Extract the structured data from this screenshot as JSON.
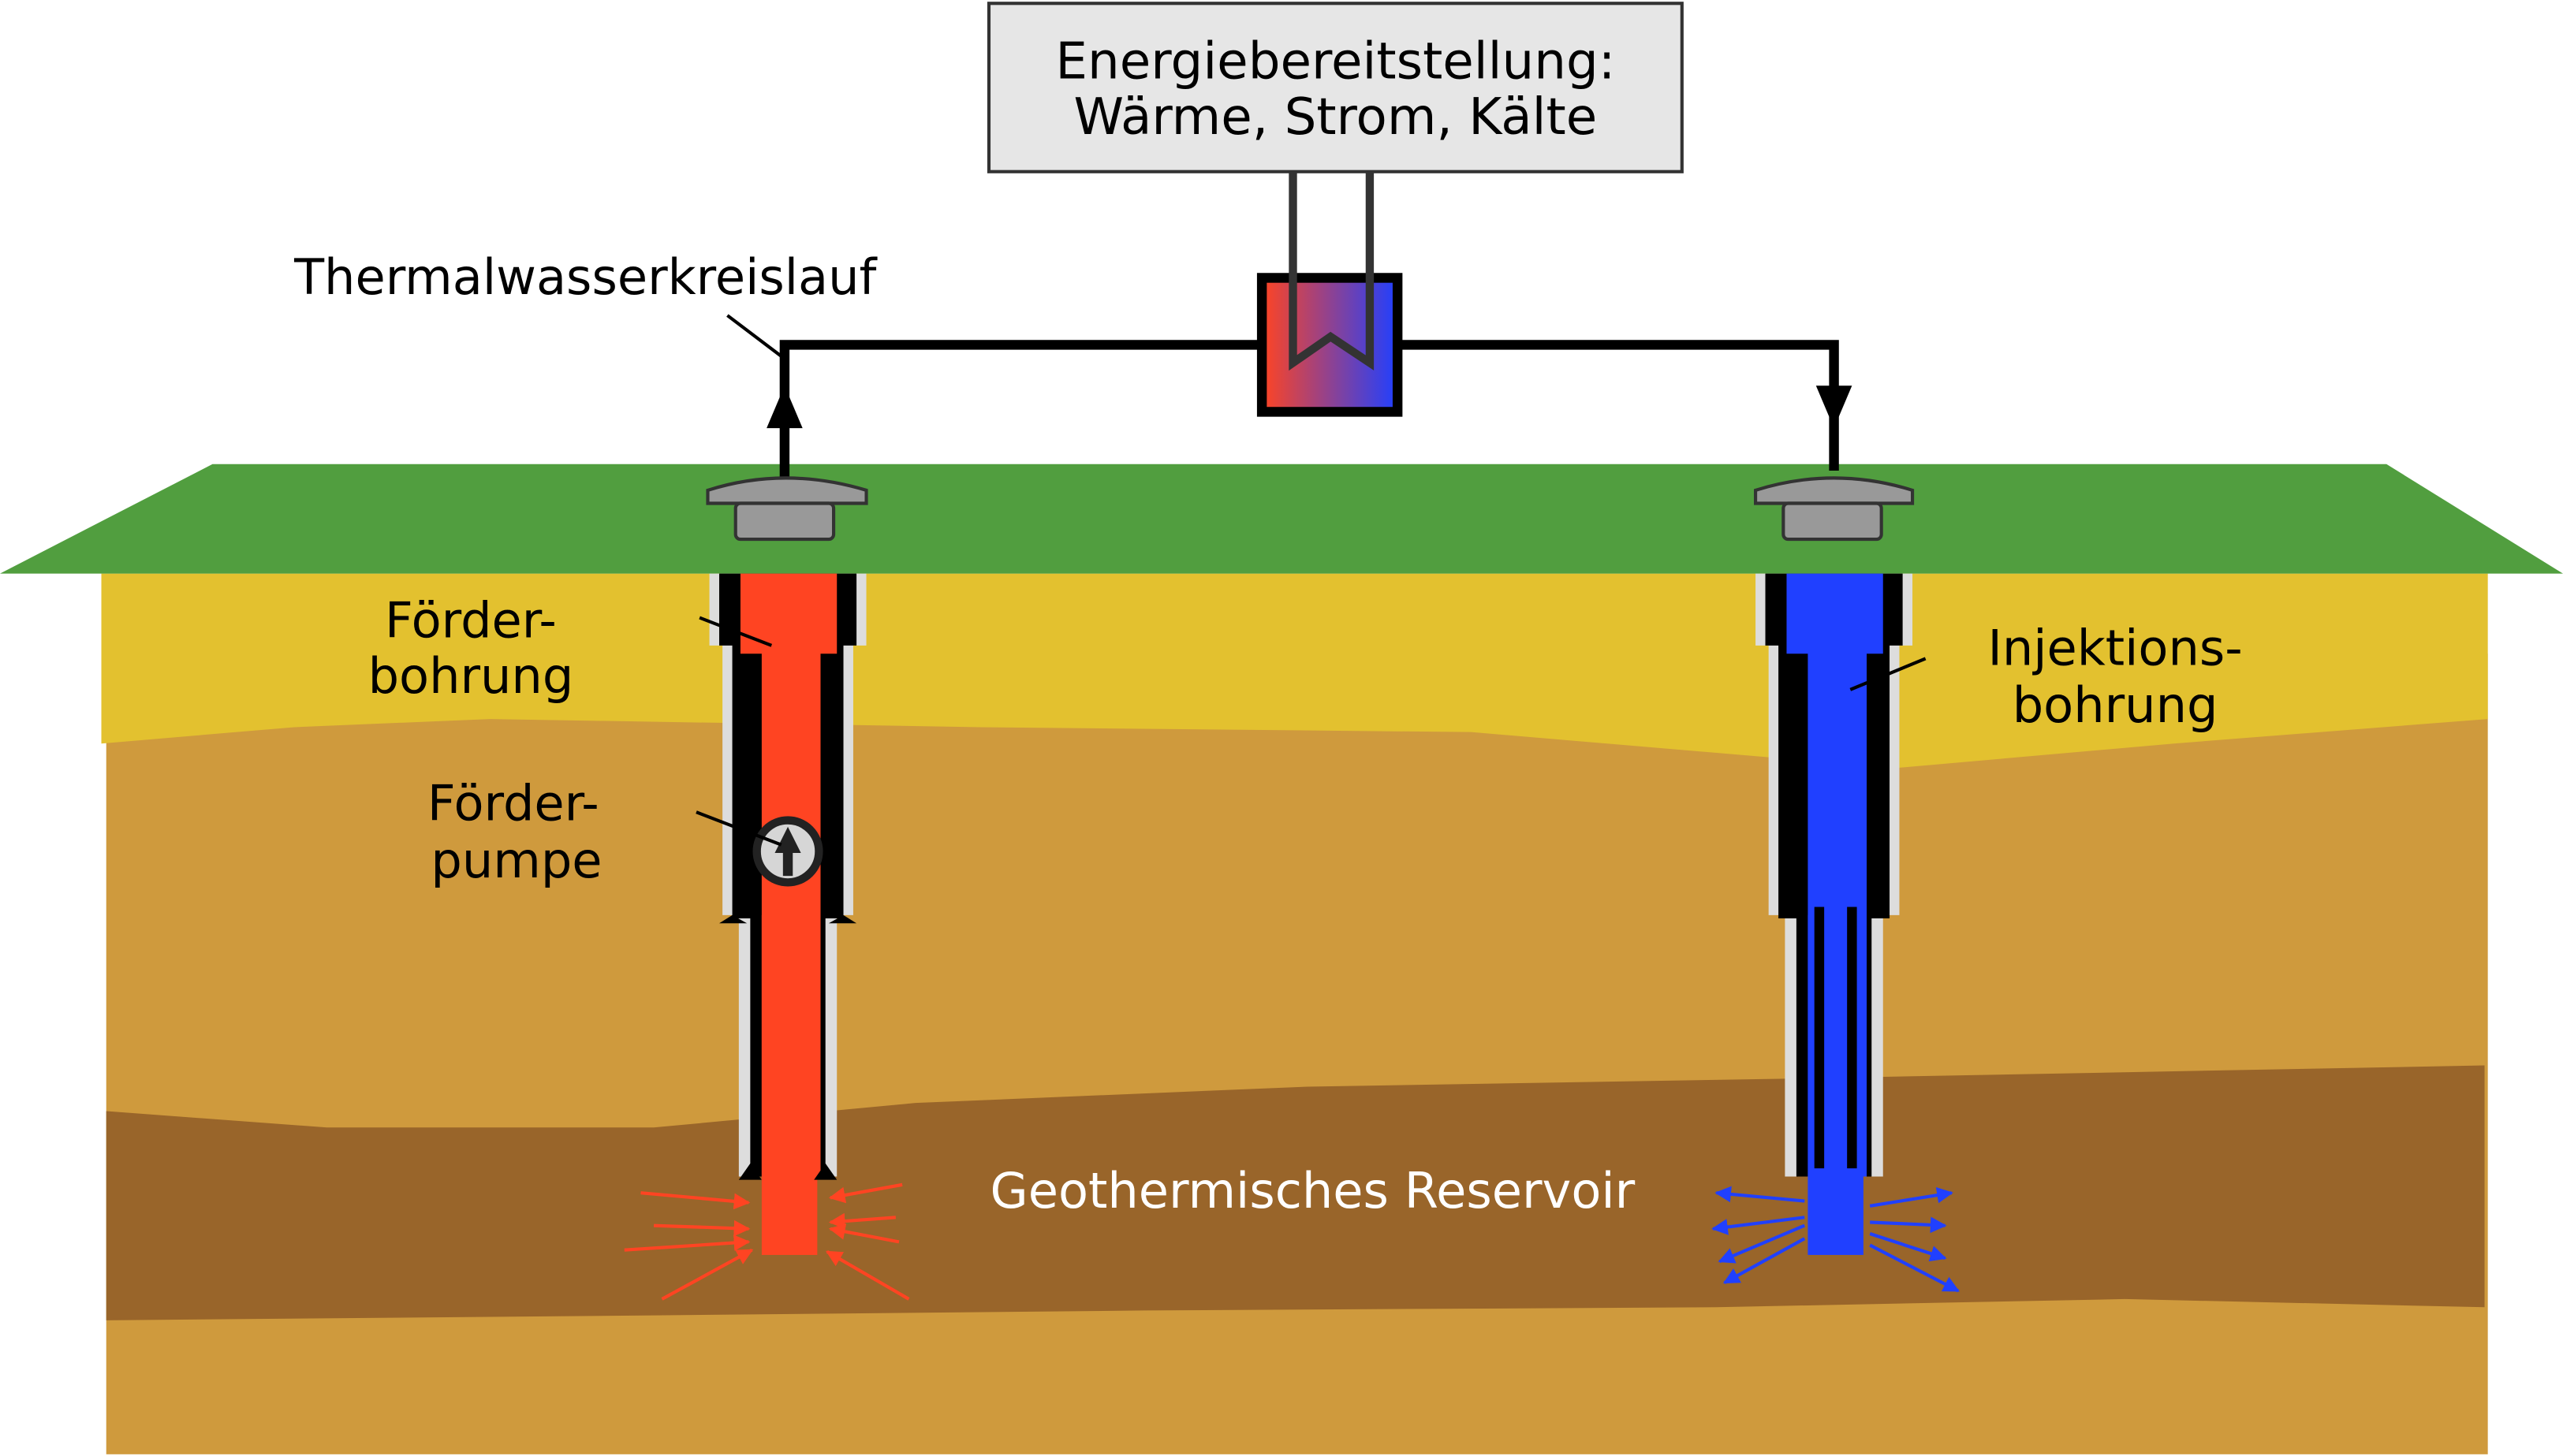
{
  "energy_box": {
    "line1": "Energiebereitstellung:",
    "line2": "Wärme, Strom, Kälte"
  },
  "labels": {
    "circuit": "Thermalwasserkreislauf",
    "production_well": {
      "line1": "Förder-",
      "line2": "bohrung"
    },
    "pump": {
      "line1": "Förder-",
      "line2": "pumpe"
    },
    "injection_well": {
      "line1": "Injektions-",
      "line2": "bohrung"
    },
    "reservoir": "Geothermisches Reservoir"
  },
  "colors": {
    "hot": "#ff4422",
    "cold": "#2040ff",
    "ground": "#519e3f",
    "layer_top": "#e3c12f",
    "layer_mid": "#cf9a3d",
    "reservoir": "#99652a"
  }
}
